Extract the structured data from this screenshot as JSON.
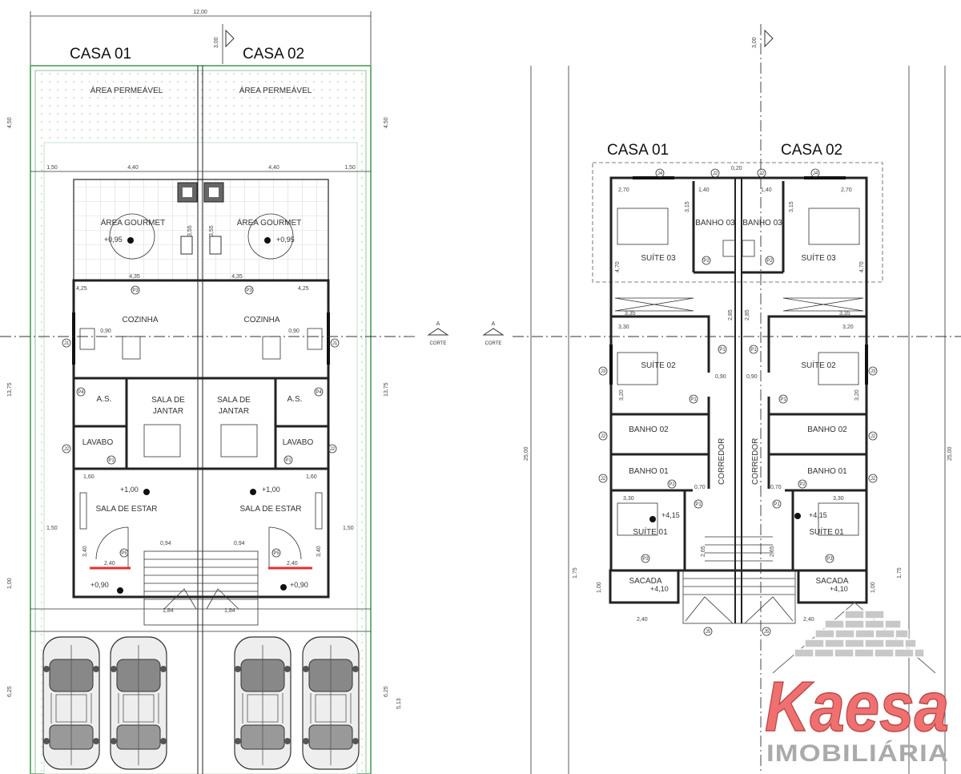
{
  "left_plan": {
    "overall_width": "12,00",
    "section_marker": "3,00",
    "houses": [
      "CASA 01",
      "CASA 02"
    ],
    "rooms": {
      "area_permeavel": "ÁREA PERMEÁVEL",
      "area_gourmet": "ÁREA GOURMET",
      "cozinha": "COZINHA",
      "as": "A.S.",
      "sala_jantar_1": "SALA DE",
      "sala_jantar_2": "JANTAR",
      "lavabo": "LAVABO",
      "sala_estar": "SALA DE ESTAR"
    },
    "levels": {
      "gourmet": "+0,95",
      "estar": "+1,00",
      "entry": "+0,90"
    },
    "dimensions": {
      "side": "1,50",
      "width": "4,40",
      "gourmet_w": "4,35",
      "kitchen_w": "4,25",
      "front_depth": "4,50",
      "house_depth": "13,75",
      "garage_depth": "6,25",
      "garage_depth_r": "5,13",
      "bench": "0,90",
      "lavabo_w": "1,60",
      "door_w": "2,40",
      "stair_w": "0,94",
      "stair_base": "1,84",
      "entry_h": "1,00",
      "gourmet_h": "3,55",
      "porch_h": "3,40"
    },
    "door_tags": {
      "p1": "P1",
      "p3": "P3",
      "p4": "P4",
      "p5": "P5",
      "j1": "J1",
      "j2": "J2"
    },
    "section_cut": {
      "label": "A",
      "caption": "CORTE"
    }
  },
  "right_plan": {
    "section_marker": "3,00",
    "houses": [
      "CASA 01",
      "CASA 02"
    ],
    "rooms": {
      "suite03": "SUÍTE 03",
      "banho03": "BANHO 03",
      "suite02": "SUÍTE 02",
      "banho02": "BANHO 02",
      "banho01": "BANHO 01",
      "corredor": "CORREDOR",
      "suite01": "SUÍTE 01",
      "sacada": "SACADA"
    },
    "levels": {
      "suite01": "+4,15",
      "sacada": "+4,10"
    },
    "dimensions": {
      "lot_depth": "25,00",
      "suite03_w": "2,70",
      "banho03_w": "1,40",
      "wall_gap": "0,20",
      "suite03_h": "4,70",
      "banho_h": "3,15",
      "closet": "3,35",
      "suite02_w": "3,30",
      "suite02_w_r": "3,20",
      "corr": "2,85",
      "door": "0,90",
      "suite02_h": "3,20",
      "suite01_w": "3,30",
      "sacada_w": "2,40",
      "sacada_h": "1,00",
      "sacada_off": "1,75",
      "stair": "2,65",
      "corr_w": "0,70"
    },
    "door_tags": {
      "p1": "P1",
      "p2": "P2",
      "p3": "P3",
      "j2": "J2",
      "j3": "J3",
      "j4": "J4",
      "j5": "J5"
    },
    "section_cut": {
      "label": "A",
      "caption": "CORTE"
    }
  },
  "logo": {
    "brand": "Kaesa",
    "subtitle": "IMOBILIÁRIA"
  },
  "colors": {
    "landscape": "#6fb07a",
    "logo_red": "#f07070",
    "logo_gray": "#aaaaaa",
    "door_red": "#e03030"
  }
}
